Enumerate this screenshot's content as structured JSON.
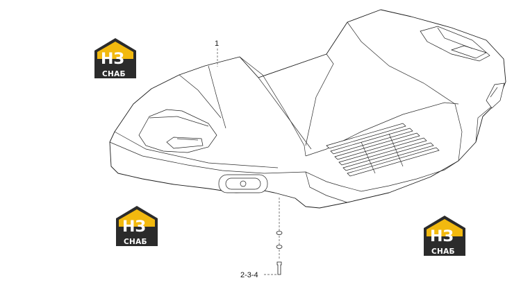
{
  "callouts": {
    "part_1": "1",
    "part_2_3_4": "2-3-4"
  },
  "logos": [
    {
      "top_text": "НЗ",
      "bottom_text": "СНАБ"
    },
    {
      "top_text": "НЗ",
      "bottom_text": "СНАБ"
    },
    {
      "top_text": "НЗ",
      "bottom_text": "СНАБ"
    }
  ],
  "colors": {
    "logo_yellow": "#f2b90f",
    "logo_dark": "#2b2b2b",
    "line": "#1a1a1a"
  }
}
